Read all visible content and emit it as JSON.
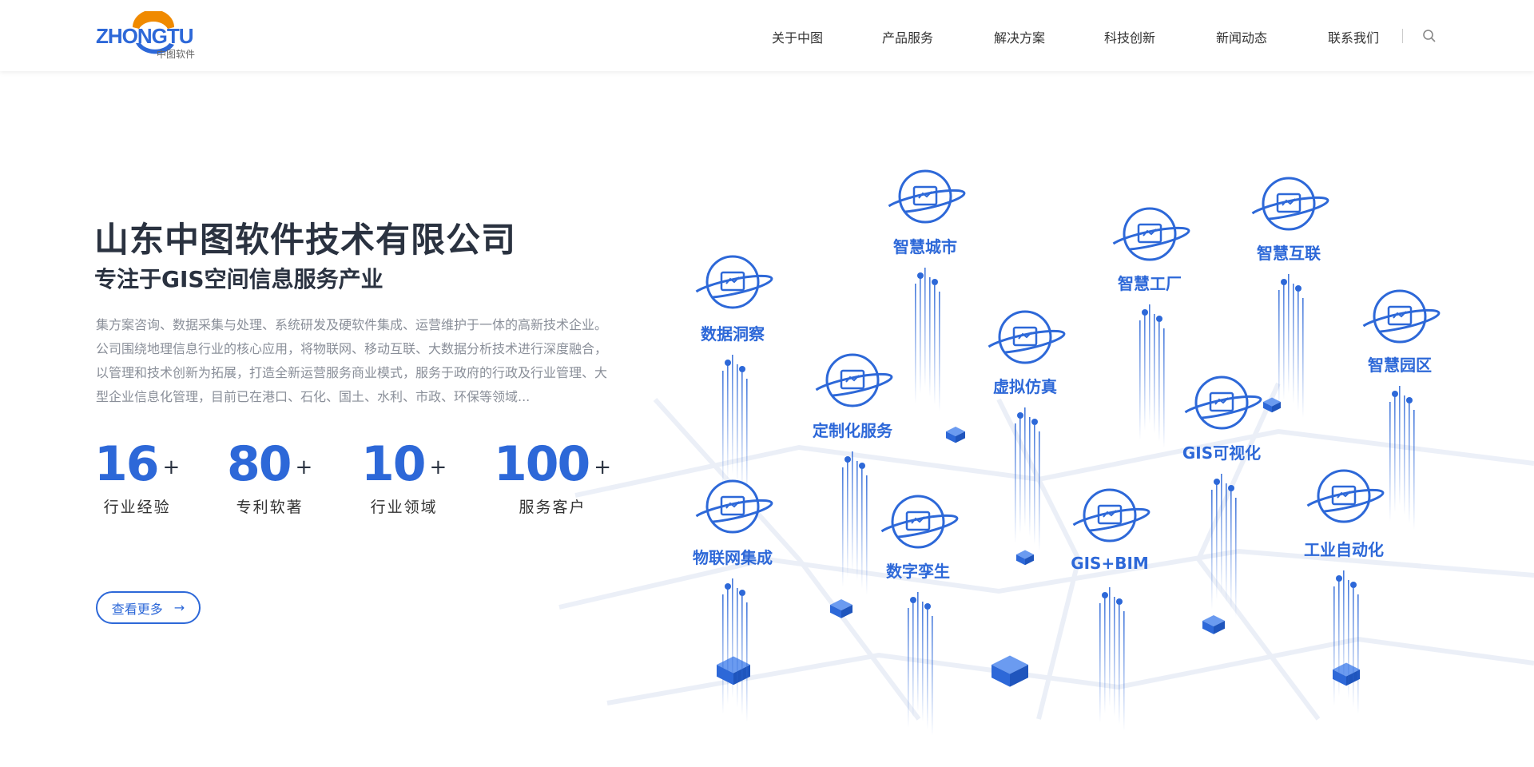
{
  "brand": {
    "logo_text": "ZHONGTU",
    "logo_cn": "中图软件"
  },
  "nav": {
    "items": [
      {
        "label": "关于中图"
      },
      {
        "label": "产品服务"
      },
      {
        "label": "解决方案"
      },
      {
        "label": "科技创新"
      },
      {
        "label": "新闻动态"
      },
      {
        "label": "联系我们"
      }
    ],
    "search_icon": "search-icon"
  },
  "hero": {
    "title": "山东中图软件技术有限公司",
    "subtitle": "专注于GIS空间信息服务产业",
    "description": "集方案咨询、数据采集与处理、系统研发及硬软件集成、运营维护于一体的高新技术企业。公司围绕地理信息行业的核心应用，将物联网、移动互联、大数据分析技术进行深度融合，以管理和技术创新为拓展，打造全新运营服务商业模式，服务于政府的行政及行业管理、大型企业信息化管理，目前已在港口、石化、国土、水利、市政、环保等领域...",
    "stats": [
      {
        "value": "16",
        "suffix": "+",
        "label": "行业经验"
      },
      {
        "value": "80",
        "suffix": "+",
        "label": "专利软著"
      },
      {
        "value": "10",
        "suffix": "+",
        "label": "行业领域"
      },
      {
        "value": "100",
        "suffix": "+",
        "label": "服务客户"
      }
    ],
    "more_label": "查看更多",
    "more_arrow": "→"
  },
  "nodes": [
    {
      "label": "数据洞察",
      "icon": "monitor-chart-icon"
    },
    {
      "label": "智慧城市",
      "icon": "buildings-icon"
    },
    {
      "label": "智慧工厂",
      "icon": "factory-icon"
    },
    {
      "label": "智慧互联",
      "icon": "globe-icon"
    },
    {
      "label": "智慧园区",
      "icon": "park-icon"
    },
    {
      "label": "虚拟仿真",
      "icon": "vr-headset-icon"
    },
    {
      "label": "定制化服务",
      "icon": "code-window-icon"
    },
    {
      "label": "GIS可视化",
      "icon": "camera-location-icon"
    },
    {
      "label": "物联网集成",
      "icon": "iot-network-icon"
    },
    {
      "label": "数字孪生",
      "icon": "digital-globe-icon"
    },
    {
      "label": "GIS+BIM",
      "icon": "bim-monitor-icon"
    },
    {
      "label": "工业自动化",
      "icon": "robot-arm-icon"
    }
  ],
  "colors": {
    "accent": "#2d68d8",
    "orange": "#f08a00",
    "text": "#2a3240"
  }
}
